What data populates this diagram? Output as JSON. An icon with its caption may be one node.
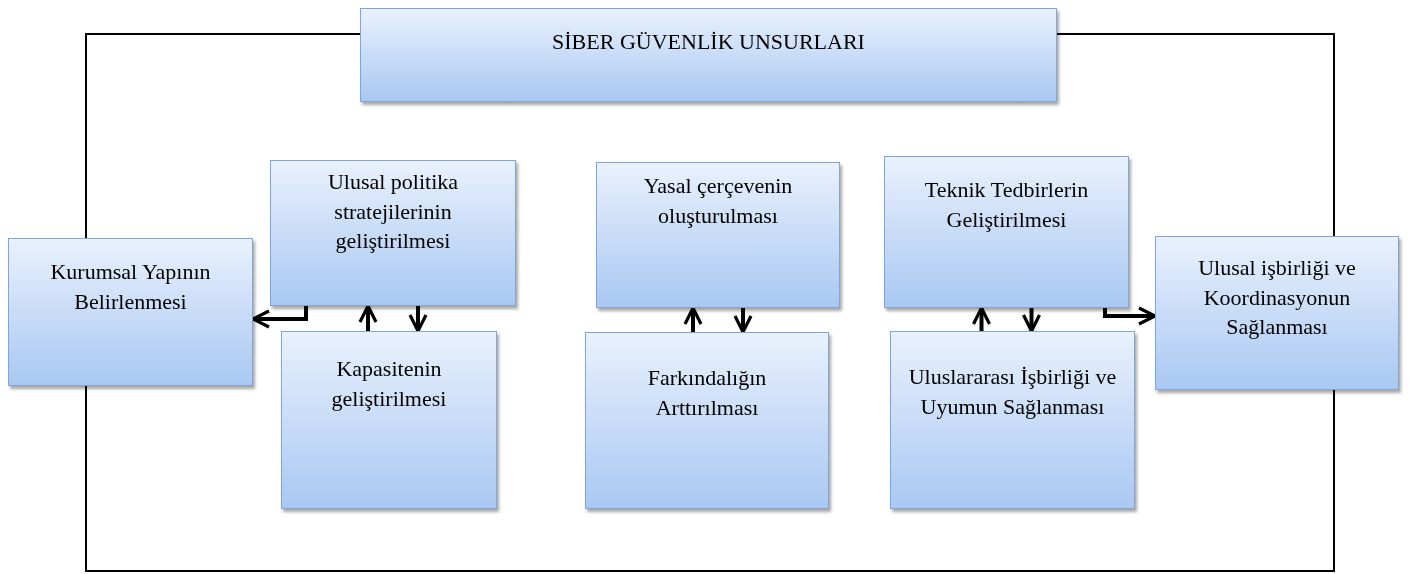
{
  "diagram": {
    "nodes": [
      {
        "text": [
          "SİBER GÜVENLİK UNSURLARI"
        ]
      },
      {
        "text": [
          "Kurumsal Yapının Belirlenmesi"
        ]
      },
      {
        "text": [
          "Ulusal politika stratejilerinin geliştirilmesi"
        ]
      },
      {
        "text": [
          "Kapasitenin geliştirilmesi"
        ]
      },
      {
        "text": [
          "Yasal çerçevenin oluşturulması"
        ]
      },
      {
        "text": [
          "Farkındalığın Arttırılması"
        ]
      },
      {
        "text": [
          "Teknik Tedbirlerin Geliştirilmesi"
        ]
      },
      {
        "text": [
          "Uluslararası İşbirliği ve Uyumun Sağlanması"
        ]
      },
      {
        "text": [
          "Ulusal işbirliği ve Koordinasyonun Sağlanması"
        ]
      }
    ],
    "edges": [
      {
        "from": 2,
        "to": 1,
        "arrow": "to"
      },
      {
        "from": 3,
        "to": 2,
        "arrow": "to"
      },
      {
        "from": 2,
        "to": 3,
        "arrow": "to"
      },
      {
        "from": 5,
        "to": 4,
        "arrow": "to"
      },
      {
        "from": 4,
        "to": 5,
        "arrow": "to"
      },
      {
        "from": 7,
        "to": 6,
        "arrow": "to"
      },
      {
        "from": 6,
        "to": 7,
        "arrow": "to"
      },
      {
        "from": 6,
        "to": 8,
        "arrow": "to"
      }
    ]
  }
}
